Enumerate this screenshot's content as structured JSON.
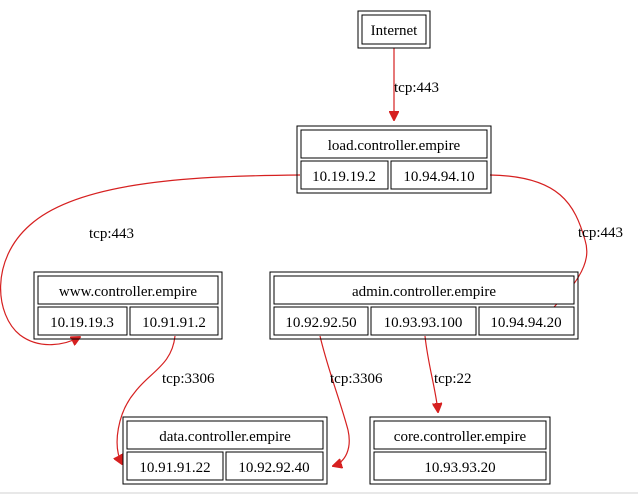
{
  "colors": {
    "edge": "#d62020",
    "node_border": "#000000",
    "background": "#ffffff"
  },
  "nodes": {
    "internet": {
      "title": "Internet"
    },
    "load": {
      "title": "load.controller.empire",
      "ports": [
        "10.19.19.2",
        "10.94.94.10"
      ]
    },
    "www": {
      "title": "www.controller.empire",
      "ports": [
        "10.19.19.3",
        "10.91.91.2"
      ]
    },
    "admin": {
      "title": "admin.controller.empire",
      "ports": [
        "10.92.92.50",
        "10.93.93.100",
        "10.94.94.20"
      ]
    },
    "data": {
      "title": "data.controller.empire",
      "ports": [
        "10.91.91.22",
        "10.92.92.40"
      ]
    },
    "core": {
      "title": "core.controller.empire",
      "ports": [
        "10.93.93.20"
      ]
    }
  },
  "edges": [
    {
      "from": "Internet",
      "to": "load.controller.empire",
      "label": "tcp:443"
    },
    {
      "from": "10.19.19.2",
      "to": "10.19.19.3",
      "label": "tcp:443"
    },
    {
      "from": "10.94.94.10",
      "to": "10.94.94.20",
      "label": "tcp:443"
    },
    {
      "from": "10.91.91.2",
      "to": "10.91.91.22",
      "label": "tcp:3306"
    },
    {
      "from": "10.92.92.50",
      "to": "10.92.92.40",
      "label": "tcp:3306"
    },
    {
      "from": "10.93.93.100",
      "to": "10.93.93.20",
      "label": "tcp:22"
    }
  ]
}
